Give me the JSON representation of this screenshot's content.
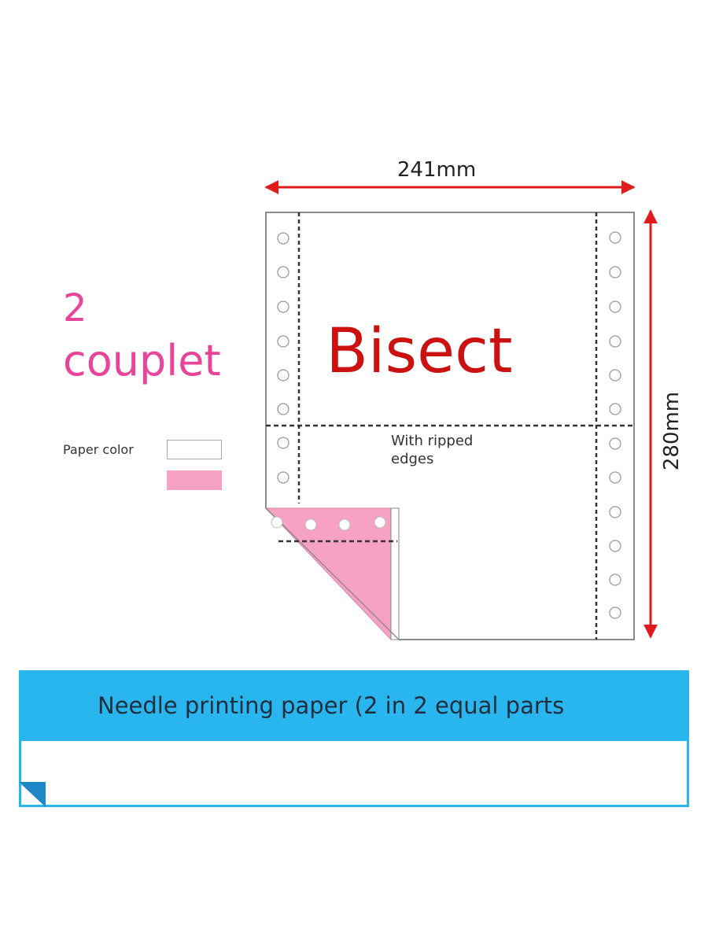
{
  "heading": {
    "number": "2",
    "word": "couplet"
  },
  "paper_color": {
    "label": "Paper color",
    "swatches": [
      "#ffffff",
      "#f7a1c4"
    ]
  },
  "diagram": {
    "width_label": "241mm",
    "height_label": "280mm",
    "center_label": "Bisect",
    "tear_label_line1": "With ripped",
    "tear_label_line2": "edges"
  },
  "banner": {
    "text": "Needle printing paper (2 in 2 equal parts"
  },
  "colors": {
    "accent_pink": "#e8449a",
    "paper_pink": "#f7a1c4",
    "bisect_red": "#cc1111",
    "arrow_red": "#e01b1b",
    "banner_blue": "#29b6ef"
  }
}
